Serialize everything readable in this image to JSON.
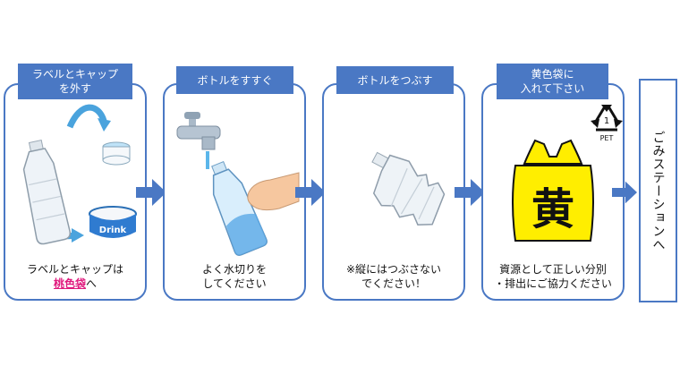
{
  "steps": [
    {
      "title_lines": [
        "ラベルとキャップ",
        "を外す"
      ],
      "caption_line1_pre": "ラベルとキャップは",
      "caption_line2_link": "桃色袋",
      "caption_line2_post": "へ",
      "label_text": "Drink"
    },
    {
      "title_lines": [
        "ボトルをすすぐ"
      ],
      "caption_lines": [
        "よく水切りを",
        "してください"
      ]
    },
    {
      "title_lines": [
        "ボトルをつぶす"
      ],
      "caption_lines": [
        "※縦にはつぶさない",
        "でください！"
      ]
    },
    {
      "title_lines": [
        "黄色袋に",
        "入れて下さい"
      ],
      "caption_lines": [
        "資源として正しい分別",
        "・排出にご協力ください"
      ],
      "bag_kanji": "黄",
      "recycle_number": "1",
      "recycle_label": "PET"
    }
  ],
  "final_text": "ごみステーションへ",
  "colors": {
    "accent": "#4a78c4",
    "pink": "#e0197d",
    "bag_yellow": "#ffee00"
  }
}
